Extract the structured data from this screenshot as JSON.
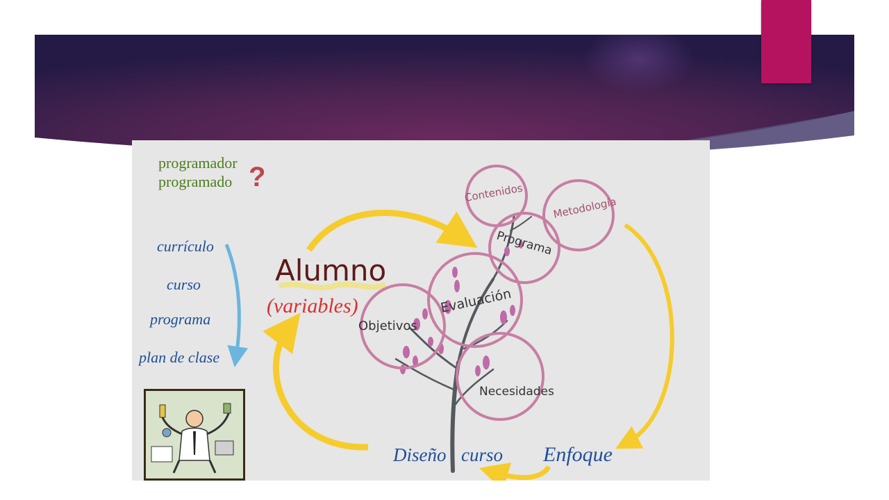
{
  "colors": {
    "accent": "#b5135f",
    "banner_center": "#6a2a5e",
    "banner_edge": "#241a45",
    "diagram_bg": "#e6e6e6",
    "green_text": "#4e7d1e",
    "blue_text": "#1f4e9a",
    "circle_stroke": "#c77ea3",
    "arrow_yellow": "#f6cb2c",
    "arrow_blue": "#6bb5de",
    "alumno": "#5c1a1a",
    "variables": "#d93030",
    "tree": "#54595f"
  },
  "diagram": {
    "top_left": [
      "programador",
      "programado"
    ],
    "question_mark": "?",
    "left_list": [
      "currículo",
      "curso",
      "programa",
      "plan de clase"
    ],
    "center_title": "Alumno",
    "center_subtitle": "(variables)",
    "circles": [
      "Contenidos",
      "Metodología",
      "Programa",
      "Evaluación",
      "Objetivos",
      "Necesidades"
    ],
    "bottom_left": [
      "Diseño",
      "curso"
    ],
    "bottom_right": "Enfoque"
  }
}
